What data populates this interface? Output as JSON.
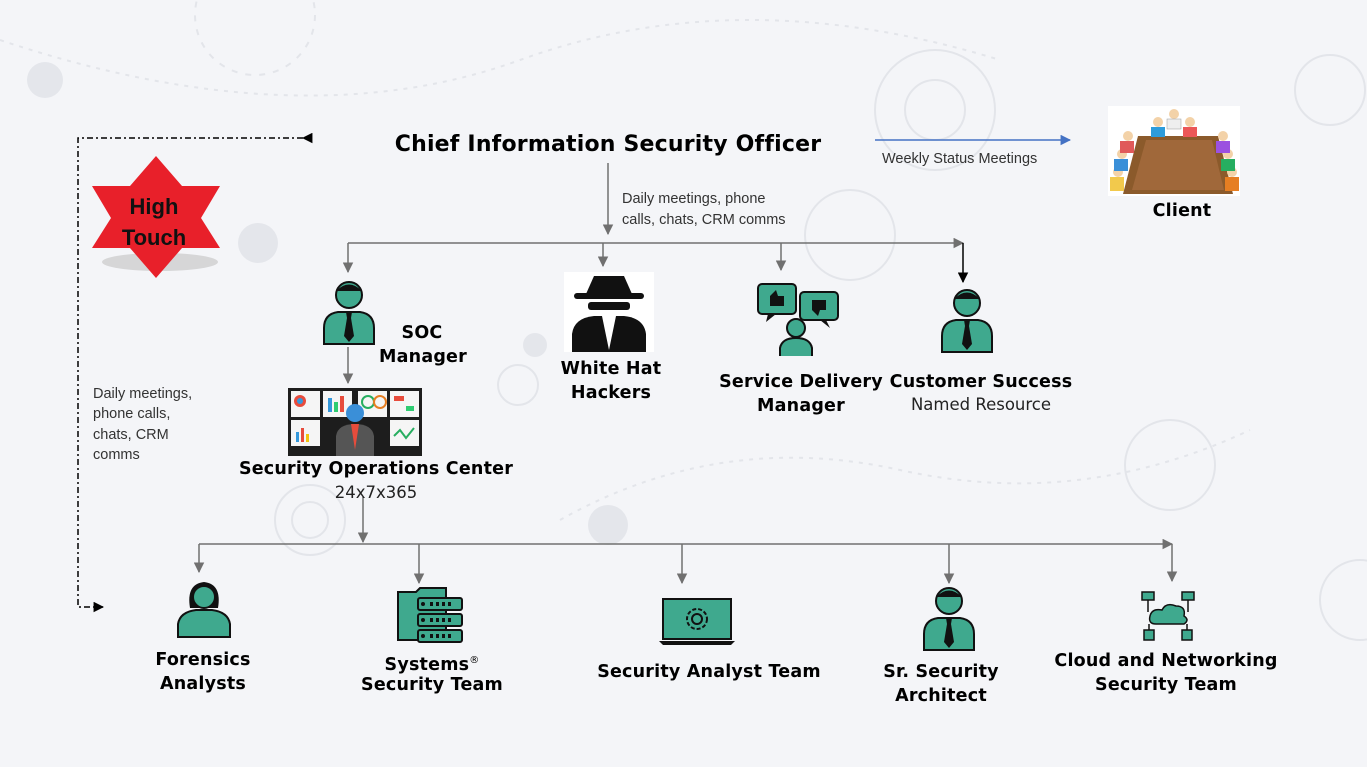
{
  "ciso": {
    "title": "Chief Information Security Officer"
  },
  "weekly_note": "Weekly Status Meetings",
  "client": {
    "label": "Client"
  },
  "badge": {
    "line1": "High",
    "line2": "Touch"
  },
  "ciso_comms_note": {
    "line1": "Daily meetings, phone",
    "line2": "calls, chats, CRM comms"
  },
  "left_comms_note": {
    "lines": [
      "Daily meetings,",
      "phone calls,",
      "chats, CRM",
      "comms"
    ]
  },
  "soc_manager": {
    "line1": "SOC",
    "line2": "Manager"
  },
  "white_hat": {
    "line1": "White Hat",
    "line2": "Hackers"
  },
  "service_delivery": {
    "line1": "Service Delivery",
    "line2": "Manager"
  },
  "customer_success": {
    "line1": "Customer Success",
    "line2": "Named Resource"
  },
  "soc": {
    "line1": "Security Operations Center",
    "line2": "24x7x365"
  },
  "teams": {
    "forensics": {
      "line1": "Forensics",
      "line2": "Analysts"
    },
    "systems": {
      "line1": "Systems",
      "mark": "®",
      "line2": "Security Team"
    },
    "analyst": {
      "line1": "Security Analyst Team"
    },
    "architect": {
      "line1": "Sr. Security",
      "line2": "Architect"
    },
    "cloud": {
      "line1": "Cloud and Networking",
      "line2": "Security Team"
    }
  },
  "colors": {
    "accent": "#3fa98e",
    "badge": "#e8202a",
    "arrow": "#707070",
    "weekly_arrow": "#4472c4"
  },
  "icons": [
    "person-icon",
    "hacker-icon",
    "feedback-person-icon",
    "monitor-wall-icon",
    "female-person-icon",
    "server-icon",
    "laptop-gear-icon",
    "cloud-network-icon",
    "meeting-table-icon",
    "star-badge-icon"
  ]
}
